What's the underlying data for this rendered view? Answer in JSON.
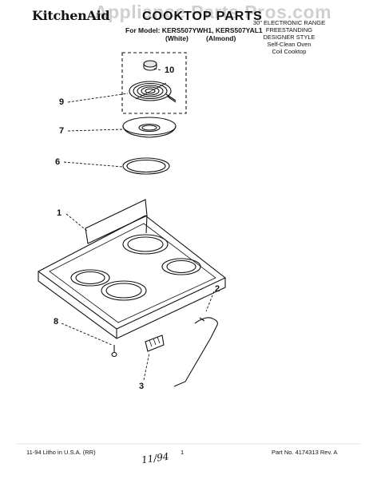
{
  "header": {
    "brand": "KitchenAid",
    "title": "COOKTOP PARTS",
    "watermark": "Appliance Parts Pros.com",
    "model_line_1": "For Model: KERS507YWH1, KERS507YAL1",
    "model_line_2a": "(White)",
    "model_line_2b": "(Almond)"
  },
  "spec": {
    "line1": "30\" ELECTRONIC RANGE",
    "line2": "FREESTANDING",
    "line3": "DESIGNER STYLE",
    "line4": "Self-Clean Oven",
    "line5": "Coil Cooktop"
  },
  "callouts": {
    "c1": "1",
    "c2": "2",
    "c3": "3",
    "c6": "6",
    "c7": "7",
    "c8": "8",
    "c9": "9",
    "c10": "10"
  },
  "footer": {
    "left": "11-94 Litho in U.S.A. (RR)",
    "page": "1",
    "handwritten": "11/94",
    "right": "Part No. 4174313 Rev. A"
  }
}
